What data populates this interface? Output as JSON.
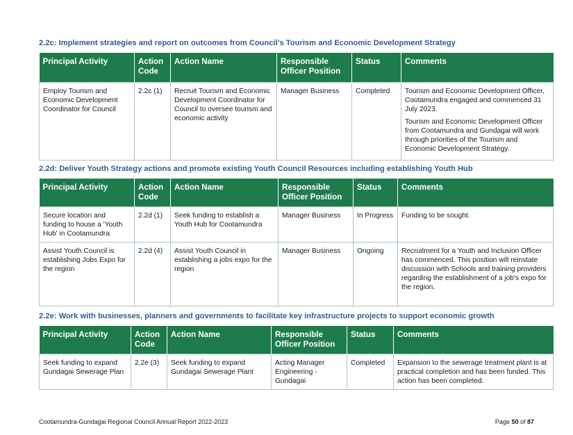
{
  "headers": {
    "principal_activity": "Principal Activity",
    "action_code": "Action Code",
    "action_name": "Action Name",
    "responsible_officer": "Responsible Officer Position",
    "status": "Status",
    "comments": "Comments"
  },
  "sections": [
    {
      "heading": "2.2c: Implement strategies and report on outcomes from Council’s Tourism and Economic Development Strategy",
      "rows": [
        {
          "principal_activity": "Employ Tourism and Economic Development Coordinator for Council",
          "action_code": "2.2c (1)",
          "action_name": "Recruit Tourism and Economic Development Coordinator for Council to oversee tourism and economic activity",
          "responsible_officer": "Manager Business",
          "status": "Completed",
          "comments": [
            "Tourism and Economic Development Officer, Cootamundra engaged and commenced 31 July 2023.",
            "Tourism and Economic Development Officer from Cootamundra and Gundagai will work through priorities of the Tourism and Economic Development Strategy."
          ]
        }
      ]
    },
    {
      "heading": "2.2d: Deliver Youth Strategy actions and promote existing Youth Council Resources including establishing Youth Hub",
      "rows": [
        {
          "principal_activity": "Secure location and funding to house a 'Youth Hub' in Cootamundra",
          "action_code": "2.2d (1)",
          "action_name": "Seek funding to establish a Youth Hub for Cootamundra",
          "responsible_officer": "Manager Business",
          "status": "In Progress",
          "comments": [
            "Funding to be sought."
          ]
        },
        {
          "principal_activity": "Assist Youth Council is establishing Jobs Expo for the region",
          "action_code": "2.2d (4)",
          "action_name": "Assist Youth Council in establishing a jobs expo for the region",
          "responsible_officer": "Manager Business",
          "status": "Ongoing",
          "comments": [
            "Recruitment for a Youth and Inclusion Officer has commenced. This position will reinstate discussion with Schools and training providers regarding the establishment of a job's expo for the region."
          ]
        }
      ]
    },
    {
      "heading": "2.2e: Work with businesses, planners and governments to facilitate key infrastructure projects to support economic growth",
      "rows": [
        {
          "principal_activity": "Seek funding to expand Gundagai Sewerage Plan",
          "action_code": "2.2e (3)",
          "action_name": "Seek funding to expand Gundagai Sewerage Plant",
          "responsible_officer": "Acting Manager Engineering - Gundagai",
          "status": "Completed",
          "comments": [
            "Expansion to the sewerage treatment plant is at practical completion and has been funded. This action has been completed."
          ]
        }
      ]
    }
  ],
  "footer": {
    "report_title": "Cootamundra-Gundagai Regional Council Annual Report 2022-2023",
    "page_prefix": "Page ",
    "page_number": "50",
    "page_of": " of ",
    "page_total": "87"
  }
}
